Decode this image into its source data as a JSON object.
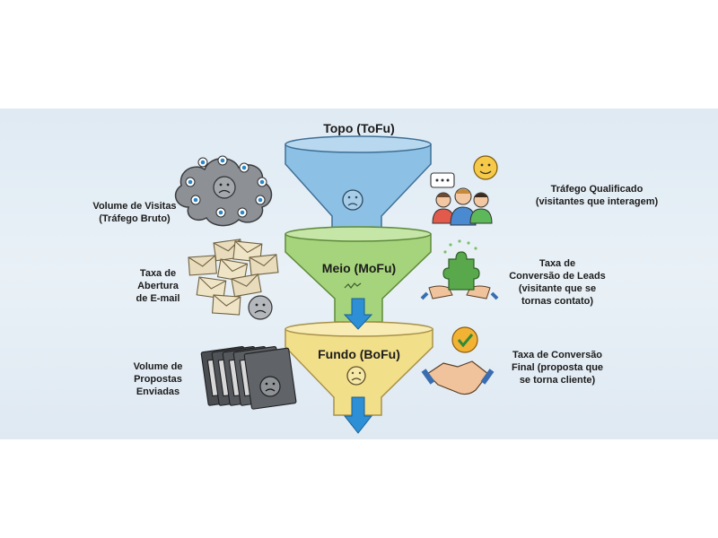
{
  "stages": {
    "top": "Topo (ToFu)",
    "middle": "Meio (MoFu)",
    "bottom": "Fundo (BoFu)"
  },
  "left_labels": {
    "visits": [
      "Volume de Visitas",
      "(Tráfego Bruto)"
    ],
    "email": [
      "Taxa de",
      "Abertura",
      "de E-mail"
    ],
    "proposals": [
      "Volume de",
      "Propostas",
      "Enviadas"
    ]
  },
  "right_labels": {
    "qualified": [
      "Tráfego Qualificado",
      "(visitantes que interagem)"
    ],
    "leads": [
      "Taxa de",
      "Conversão de Leads",
      "(visitante que se",
      "tornas contato)"
    ],
    "final": [
      "Taxa de Conversão",
      "Final (proposta que",
      "se torna cliente)"
    ]
  },
  "colors": {
    "top_funnel": "#8cc0e4",
    "middle_funnel": "#a6d47c",
    "bottom_funnel": "#f2df8a",
    "arrow": "#2d8fd5",
    "cloud": "#8d9196",
    "envelope": "#e8dcbc",
    "proposal": "#55585c",
    "check": "#f2b233"
  },
  "icons": [
    "storm-cloud-icon",
    "envelopes-icon",
    "proposal-stack-icon",
    "chat-people-icon",
    "handing-puzzle-icon",
    "handshake-check-icon",
    "sad-face-icon",
    "down-arrow-icon"
  ]
}
